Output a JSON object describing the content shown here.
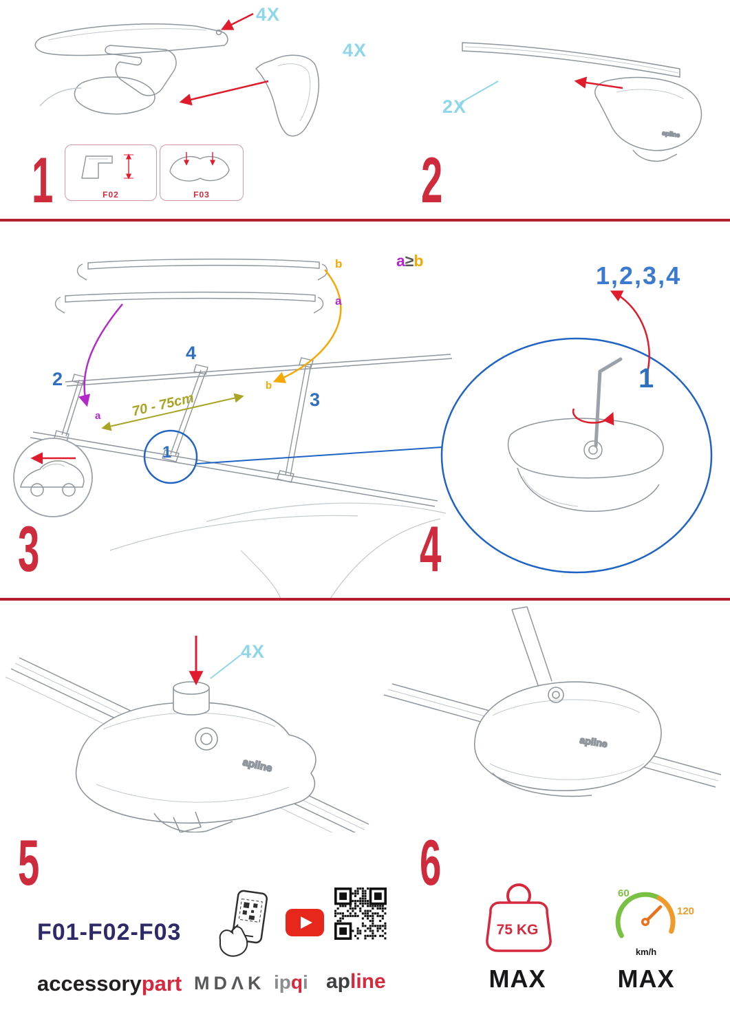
{
  "colors": {
    "step_red": "#ce2b3d",
    "arrow_red": "#e01b2c",
    "qty_cyan": "#8ed7ea",
    "label_blue": "#3a7ad0",
    "annot_purple": "#b429c9",
    "annot_orange": "#f5a800",
    "measure_olive": "#a8a424",
    "codes_navy": "#2e2a68",
    "brand_red": "#d6293e",
    "brand_gray": "#8a8c8e",
    "youtube_red": "#e8271c",
    "gauge_green": "#7ac143",
    "gauge_orange": "#f09a2b",
    "drawing_gray": "#8e959c"
  },
  "step1": {
    "number": "1",
    "qty_clamp": "4X",
    "qty_cover": "4X",
    "inset_left_label": "F02",
    "inset_right_label": "F03"
  },
  "step2": {
    "number": "2",
    "qty": "2X",
    "clamp_logo": "apline"
  },
  "step3": {
    "number": "3",
    "formula": {
      "a": "a",
      "op": "≥",
      "b": "b"
    },
    "loose_bar_b": "b",
    "loose_bar_a": "a",
    "roof_bar_a": "a",
    "roof_bar_b": "b",
    "order": {
      "p1": "1",
      "p2": "2",
      "p3": "3",
      "p4": "4"
    },
    "distance": "70 - 75cm"
  },
  "step4": {
    "number": "4",
    "sequence": "1,2,3,4",
    "first": "1"
  },
  "step5": {
    "number": "5",
    "qty": "4X",
    "clamp_logo": "apline"
  },
  "step6": {
    "number": "6",
    "clamp_logo": "apline"
  },
  "footer": {
    "codes": "F01-F02-F03",
    "accessorypart": {
      "part1": "accessory",
      "part2": "part"
    },
    "mdak": "MDΛK",
    "ipqi": {
      "part1": "ip",
      "part2": "q",
      "part3": "i"
    },
    "apline": {
      "part1": "ap",
      "part2": "line"
    },
    "weight": {
      "value": "75 KG",
      "max": "MAX"
    },
    "speed": {
      "low": "60",
      "high": "120",
      "unit": "km/h",
      "max": "MAX"
    }
  },
  "icons": {
    "phone_scan": "phone-qr-scan-icon",
    "youtube": "youtube-play-icon",
    "qr": "qr-code-icon",
    "weight": "max-load-weight-icon",
    "speedometer": "max-speed-gauge-icon",
    "car": "car-direction-icon"
  }
}
